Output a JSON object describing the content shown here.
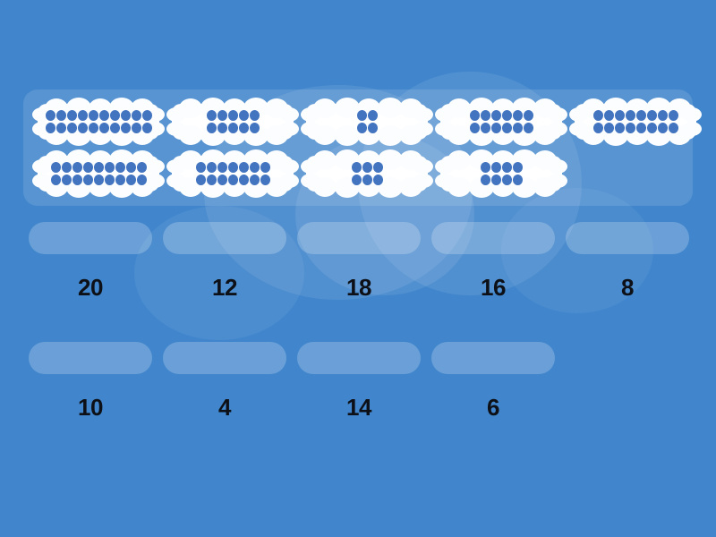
{
  "page": {
    "type": "matching-activity",
    "background_color": "#4186cc",
    "dot_color": "#4274bf",
    "tile_color": "#ffffff",
    "label_color": "#0d1117",
    "dropzone_color": "rgba(255,255,255,0.22)"
  },
  "tiles": {
    "row1": [
      {
        "name": "tile-20",
        "total": 20,
        "top_row": 10,
        "bottom_row": 10
      },
      {
        "name": "tile-10",
        "total": 10,
        "top_row": 5,
        "bottom_row": 5
      },
      {
        "name": "tile-4",
        "total": 4,
        "top_row": 2,
        "bottom_row": 2
      },
      {
        "name": "tile-12",
        "total": 12,
        "top_row": 6,
        "bottom_row": 6
      },
      {
        "name": "tile-16",
        "total": 16,
        "top_row": 8,
        "bottom_row": 8
      }
    ],
    "row2": [
      {
        "name": "tile-18",
        "total": 18,
        "top_row": 9,
        "bottom_row": 9
      },
      {
        "name": "tile-14",
        "total": 14,
        "top_row": 7,
        "bottom_row": 7
      },
      {
        "name": "tile-6",
        "total": 6,
        "top_row": 3,
        "bottom_row": 3
      },
      {
        "name": "tile-8",
        "total": 8,
        "top_row": 4,
        "bottom_row": 4
      }
    ]
  },
  "answers": {
    "row1": [
      {
        "label": "20"
      },
      {
        "label": "12"
      },
      {
        "label": "18"
      },
      {
        "label": "16"
      },
      {
        "label": "8"
      }
    ],
    "row2": [
      {
        "label": "10"
      },
      {
        "label": "4"
      },
      {
        "label": "14"
      },
      {
        "label": "6"
      }
    ]
  }
}
